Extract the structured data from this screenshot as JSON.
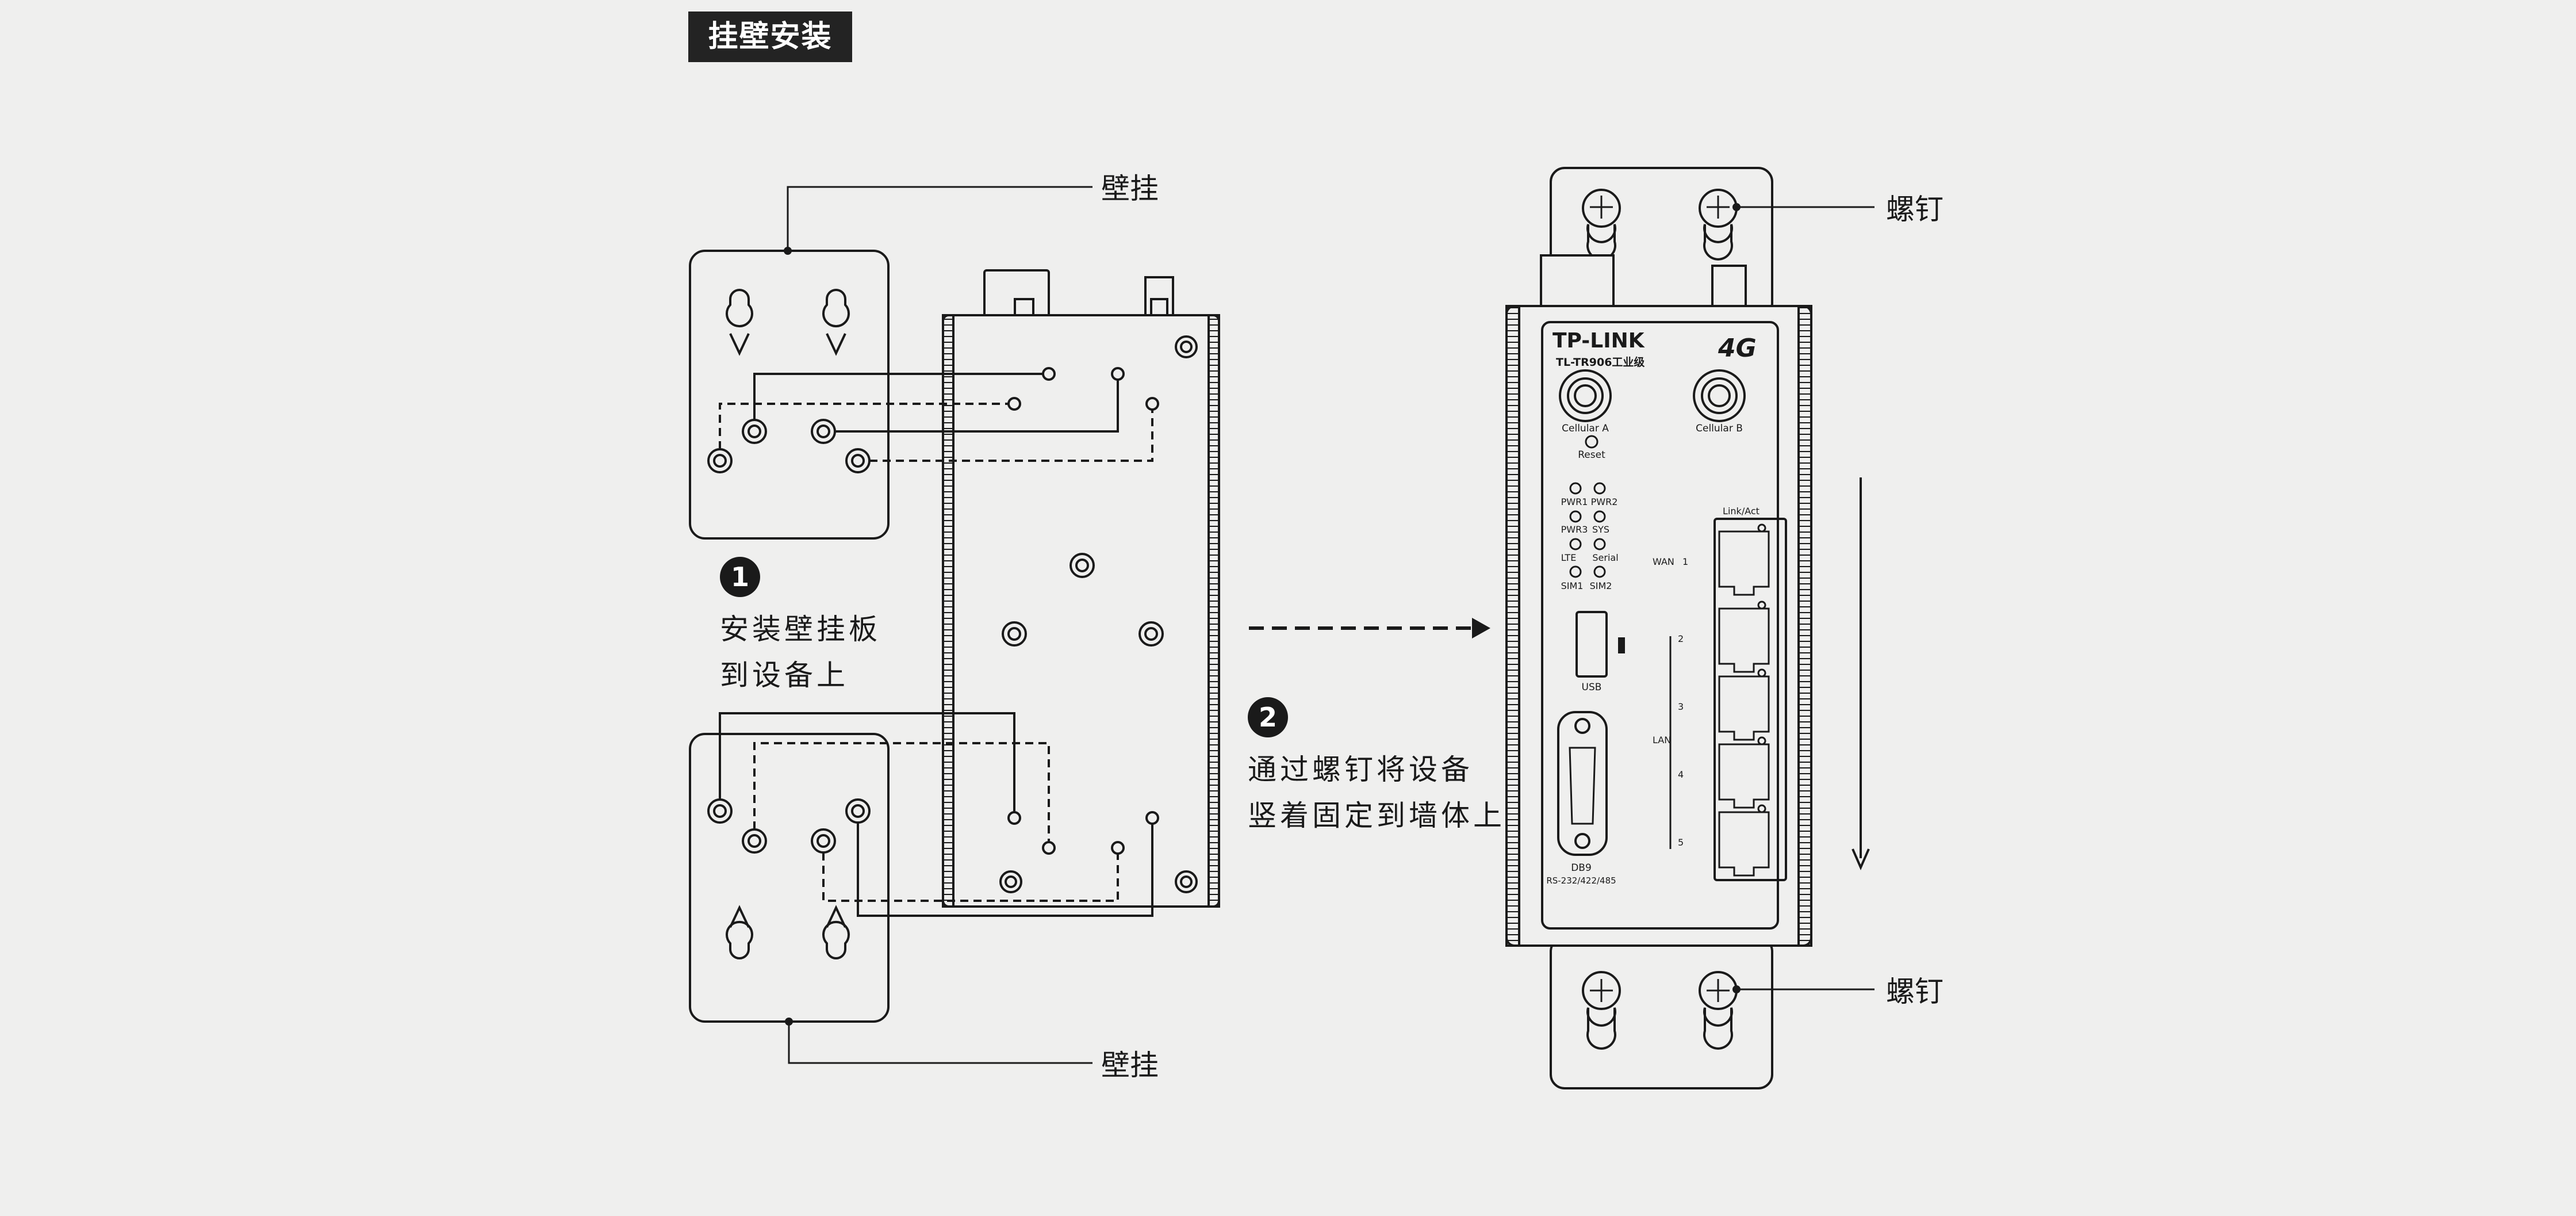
{
  "header": {
    "title": "挂壁安装"
  },
  "left_figure": {
    "callout_top": "壁挂",
    "callout_bottom": "壁挂",
    "step1": {
      "number": "1",
      "line1": "安装壁挂板",
      "line2": "到设备上"
    }
  },
  "middle": {
    "step2": {
      "number": "2",
      "line1": "通过螺钉将设备",
      "line2": "竖着固定到墙体上"
    }
  },
  "right_figure": {
    "callout_top": "螺钉",
    "callout_bottom": "螺钉",
    "device": {
      "brand": "TP-LINK",
      "model": "TL-TR906工业级",
      "badge": "4G",
      "antenna_a": "Cellular A",
      "antenna_b": "Cellular B",
      "reset": "Reset",
      "leds": [
        "PWR1",
        "PWR2",
        "PWR3",
        "SYS",
        "LTE",
        "Serial",
        "SIM1",
        "SIM2"
      ],
      "usb": "USB",
      "db9": "DB9",
      "db9_sub": "RS-232/422/485",
      "link_act": "Link/Act",
      "wan": "WAN",
      "lan": "LAN",
      "port_numbers": [
        "1",
        "2",
        "3",
        "4",
        "5"
      ]
    }
  },
  "colors": {
    "background": "#efefee",
    "ink": "#1a1a1a",
    "tag_bg": "#232323"
  }
}
